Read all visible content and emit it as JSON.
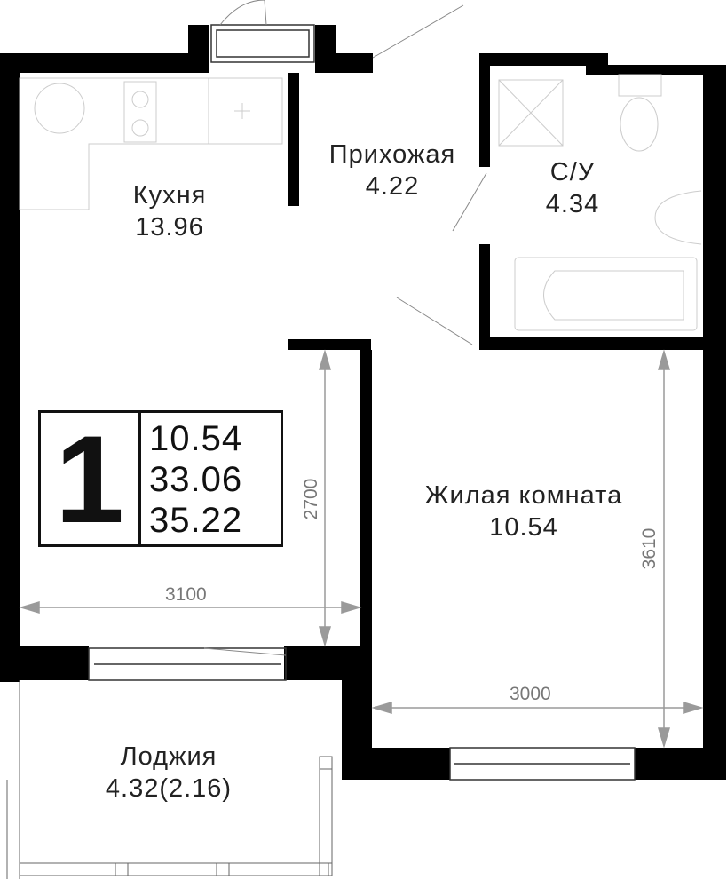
{
  "rooms": {
    "kitchen": {
      "name": "Кухня",
      "area": "13.96"
    },
    "hall": {
      "name": "Прихожая",
      "area": "4.22"
    },
    "bath": {
      "name": "С/У",
      "area": "4.34"
    },
    "living": {
      "name": "Жилая комната",
      "area": "10.54"
    },
    "loggia": {
      "name": "Лоджия",
      "area": "4.32(2.16)"
    }
  },
  "summary": {
    "rooms_count": "1",
    "living_area": "10.54",
    "total_area": "33.06",
    "total_area_with_loggia": "35.22"
  },
  "dimensions": {
    "kitchen_width": "3100",
    "kitchen_depth": "2700",
    "living_width": "3000",
    "living_depth": "3610"
  },
  "colors": {
    "wall": "#000000",
    "line": "#9a9a9a",
    "text": "#222222"
  }
}
